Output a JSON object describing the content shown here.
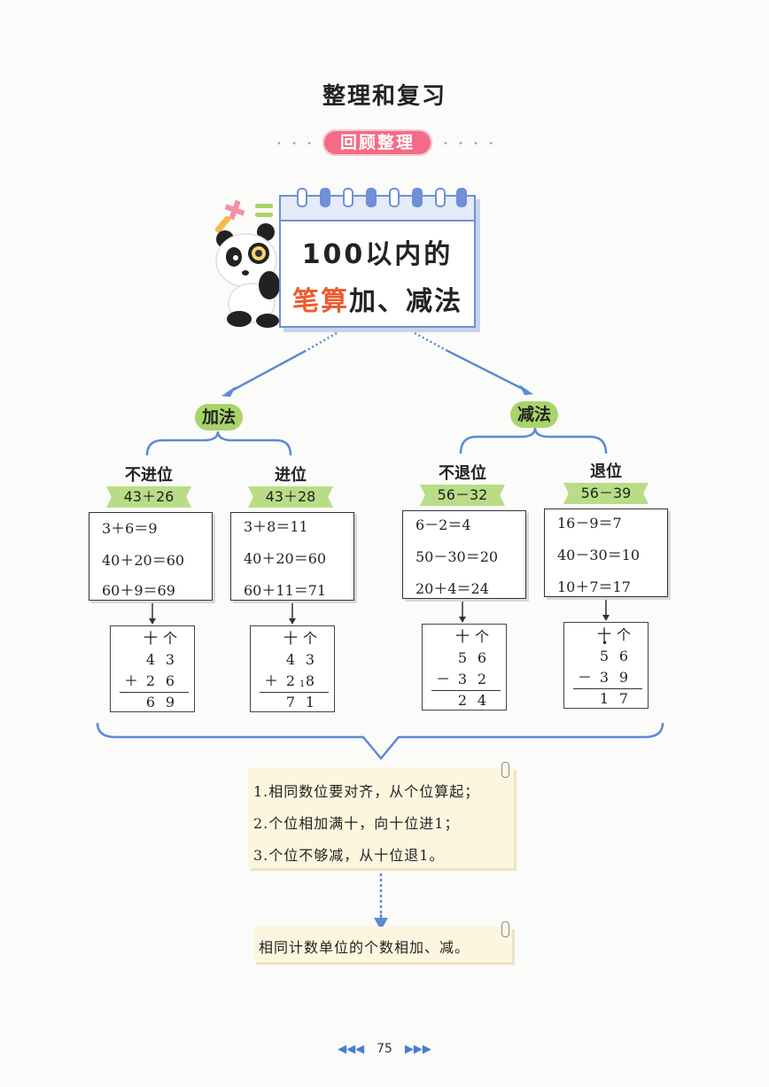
{
  "page": {
    "title": "整理和复习",
    "badge": "回顾整理",
    "page_number": "75"
  },
  "card": {
    "line1": "100以内的",
    "line2_highlight": "笔算",
    "line2_rest": "加、减法"
  },
  "branches": [
    {
      "label": "加法",
      "subs": [
        {
          "label": "不进位",
          "example": "43＋26",
          "steps": [
            "3＋6＝9",
            "40＋20＝60",
            "60＋9＝69"
          ],
          "vertical": {
            "header": [
              "十",
              "个"
            ],
            "top": [
              "4",
              "3"
            ],
            "op": "＋",
            "bottom": [
              "2",
              "6"
            ],
            "result": [
              "6",
              "9"
            ],
            "mark": ""
          }
        },
        {
          "label": "进位",
          "example": "43＋28",
          "steps": [
            "3＋8＝11",
            "40＋20＝60",
            "60＋11＝71"
          ],
          "vertical": {
            "header": [
              "十",
              "个"
            ],
            "top": [
              "4",
              "3"
            ],
            "op": "＋",
            "bottom": [
              "2",
              "8"
            ],
            "result": [
              "7",
              "1"
            ],
            "mark": "1"
          }
        }
      ]
    },
    {
      "label": "减法",
      "subs": [
        {
          "label": "不退位",
          "example": "56－32",
          "steps": [
            "6－2＝4",
            "50－30＝20",
            "20＋4＝24"
          ],
          "vertical": {
            "header": [
              "十",
              "个"
            ],
            "top": [
              "5",
              "6"
            ],
            "op": "－",
            "bottom": [
              "3",
              "2"
            ],
            "result": [
              "2",
              "4"
            ],
            "mark": ""
          }
        },
        {
          "label": "退位",
          "example": "56－39",
          "steps": [
            "16－9＝7",
            "40－30＝10",
            "10＋7＝17"
          ],
          "vertical": {
            "header": [
              "十",
              "个"
            ],
            "top": [
              "5",
              "6"
            ],
            "op": "－",
            "bottom": [
              "3",
              "9"
            ],
            "result": [
              "1",
              "7"
            ],
            "mark": "•"
          }
        }
      ]
    }
  ],
  "summary": {
    "lines": [
      "1.相同数位要对齐，从个位算起；",
      "2.个位相加满十，向十位进1；",
      "3.个位不够减，从十位退1。"
    ]
  },
  "conclusion": {
    "text": "相同计数单位的个数相加、减。"
  },
  "colors": {
    "card_border": "#6f8fd6",
    "badge": "#f36b86",
    "green": "#a8d46a",
    "arrow": "#5b8ad6",
    "highlight": "#ee5b2f"
  }
}
